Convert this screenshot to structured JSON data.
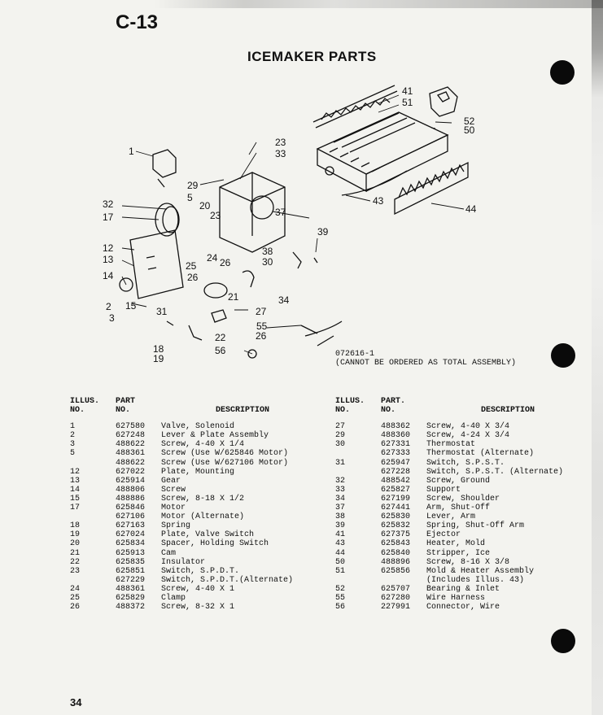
{
  "page": {
    "section_code": "C-13",
    "title": "ICEMAKER PARTS",
    "page_number": "34"
  },
  "diagram": {
    "number": "072616-1",
    "note": "(CANNOT BE ORDERED AS TOTAL ASSEMBLY)",
    "callouts": [
      "1",
      "2",
      "3",
      "5",
      "12",
      "13",
      "14",
      "15",
      "17",
      "18",
      "19",
      "20",
      "21",
      "22",
      "23",
      "23",
      "24",
      "25",
      "26",
      "26",
      "26",
      "27",
      "29",
      "30",
      "31",
      "32",
      "33",
      "34",
      "37",
      "38",
      "39",
      "41",
      "43",
      "44",
      "50",
      "51",
      "52",
      "55",
      "56"
    ]
  },
  "table": {
    "headers": {
      "illus": [
        "ILLUS.",
        "NO."
      ],
      "part": [
        "PART",
        "NO."
      ],
      "part_right": [
        "PART.",
        "NO."
      ],
      "description": "DESCRIPTION"
    },
    "left": [
      {
        "illus": "1",
        "part": "627580",
        "desc": "Valve, Solenoid"
      },
      {
        "illus": "2",
        "part": "627248",
        "desc": "Lever & Plate Assembly"
      },
      {
        "illus": "3",
        "part": "488622",
        "desc": "Screw, 4-40 X 1/4"
      },
      {
        "illus": "5",
        "part": "488361",
        "desc": "Screw (Use W/625846 Motor)"
      },
      {
        "illus": "",
        "part": "488622",
        "desc": "Screw (Use W/627106 Motor)"
      },
      {
        "illus": "12",
        "part": "627022",
        "desc": "Plate, Mounting"
      },
      {
        "illus": "13",
        "part": "625914",
        "desc": "Gear"
      },
      {
        "illus": "14",
        "part": "488806",
        "desc": "Screw"
      },
      {
        "illus": "15",
        "part": "488886",
        "desc": "Screw, 8-18 X 1/2"
      },
      {
        "illus": "17",
        "part": "625846",
        "desc": "Motor"
      },
      {
        "illus": "",
        "part": "627106",
        "desc": "Motor (Alternate)"
      },
      {
        "illus": "18",
        "part": "627163",
        "desc": "Spring"
      },
      {
        "illus": "19",
        "part": "627024",
        "desc": "Plate, Valve Switch"
      },
      {
        "illus": "20",
        "part": "625834",
        "desc": "Spacer, Holding Switch"
      },
      {
        "illus": "21",
        "part": "625913",
        "desc": "Cam"
      },
      {
        "illus": "22",
        "part": "625835",
        "desc": "Insulator"
      },
      {
        "illus": "23",
        "part": "625851",
        "desc": "Switch, S.P.D.T."
      },
      {
        "illus": "",
        "part": "627229",
        "desc": "Switch, S.P.D.T.(Alternate)"
      },
      {
        "illus": "24",
        "part": "488361",
        "desc": "Screw, 4-40 X 1"
      },
      {
        "illus": "25",
        "part": "625829",
        "desc": "Clamp"
      },
      {
        "illus": "26",
        "part": "488372",
        "desc": "Screw, 8-32 X 1"
      }
    ],
    "right": [
      {
        "illus": "27",
        "part": "488362",
        "desc": "Screw, 4-40 X 3/4"
      },
      {
        "illus": "29",
        "part": "488360",
        "desc": "Screw, 4-24 X 3/4"
      },
      {
        "illus": "30",
        "part": "627331",
        "desc": "Thermostat"
      },
      {
        "illus": "",
        "part": "627333",
        "desc": "Thermostat (Alternate)"
      },
      {
        "illus": "31",
        "part": "625947",
        "desc": "Switch, S.P.S.T."
      },
      {
        "illus": "",
        "part": "627228",
        "desc": "Switch, S.P.S.T. (Alternate)"
      },
      {
        "illus": "32",
        "part": "488542",
        "desc": "Screw, Ground"
      },
      {
        "illus": "33",
        "part": "625827",
        "desc": "Support"
      },
      {
        "illus": "34",
        "part": "627199",
        "desc": "Screw, Shoulder"
      },
      {
        "illus": "37",
        "part": "627441",
        "desc": "Arm, Shut-Off"
      },
      {
        "illus": "38",
        "part": "625830",
        "desc": "Lever, Arm"
      },
      {
        "illus": "39",
        "part": "625832",
        "desc": "Spring, Shut-Off Arm"
      },
      {
        "illus": "41",
        "part": "627375",
        "desc": "Ejector"
      },
      {
        "illus": "43",
        "part": "625843",
        "desc": "Heater, Mold"
      },
      {
        "illus": "44",
        "part": "625840",
        "desc": "Stripper, Ice"
      },
      {
        "illus": "50",
        "part": "488896",
        "desc": "Screw, 8-16 X 3/8"
      },
      {
        "illus": "51",
        "part": "625856",
        "desc": "Mold & Heater Assembly"
      },
      {
        "illus": "",
        "part": "",
        "desc": "(Includes Illus. 43)"
      },
      {
        "illus": "52",
        "part": "625707",
        "desc": "Bearing & Inlet"
      },
      {
        "illus": "55",
        "part": "627280",
        "desc": "Wire Harness"
      },
      {
        "illus": "56",
        "part": "227991",
        "desc": "Connector, Wire"
      }
    ]
  }
}
